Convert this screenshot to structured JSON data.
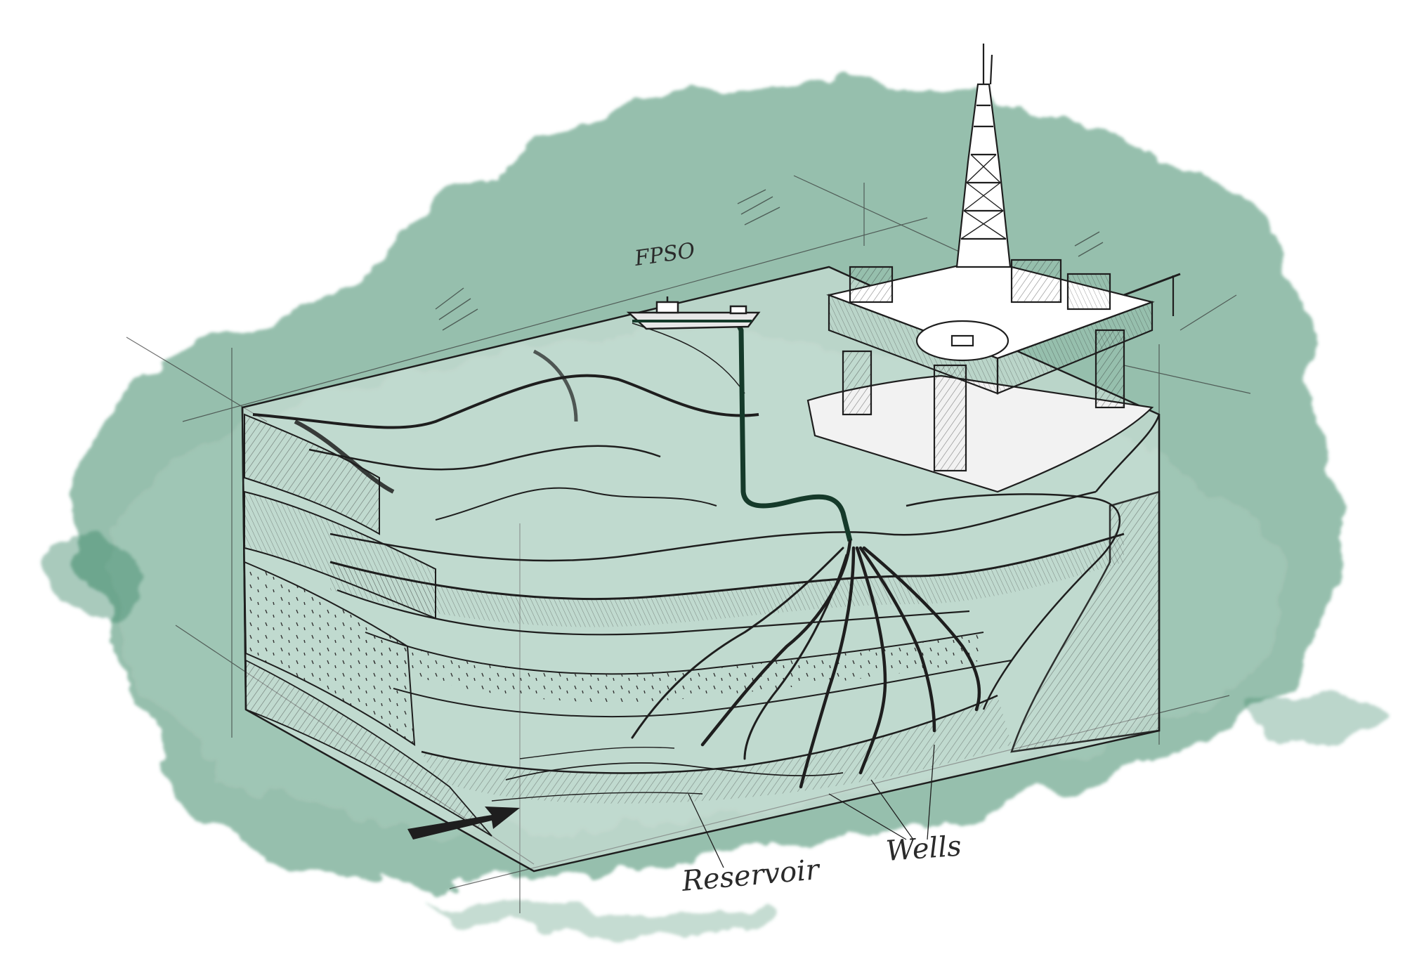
{
  "labels": {
    "fpso": "FPSO",
    "reservoir": "Reservoir",
    "wells": "Wells"
  },
  "colors": {
    "watercolor": "#3f8a6a",
    "watercolor_light": "#a9cdbd",
    "ink": "#1e1e1e",
    "pipeline": "#153a2a",
    "paper": "#ffffff"
  },
  "icons": {
    "rig": "semi-submersible-rig-icon",
    "ship": "fpso-ship-icon",
    "arrow": "flow-arrow-icon"
  }
}
